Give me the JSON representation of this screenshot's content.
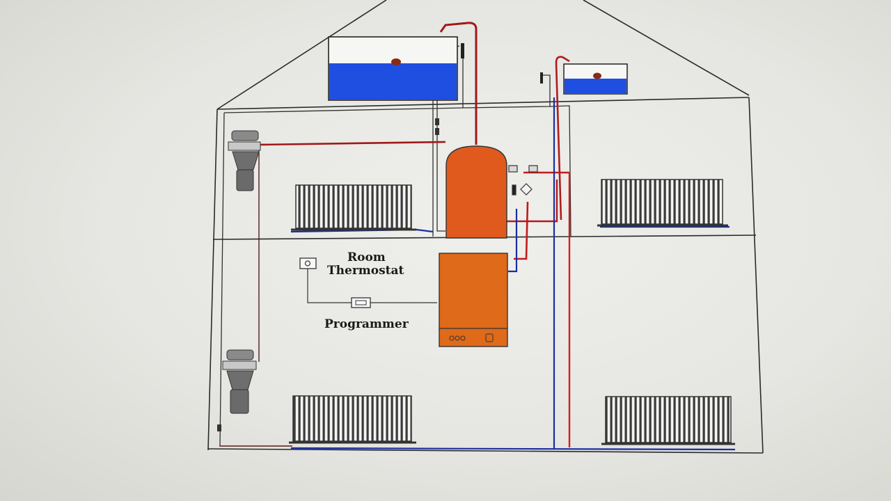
{
  "labels": {
    "room": "Room",
    "thermostat": "Thermostat",
    "programmer": "Programmer"
  },
  "colors": {
    "house_line": "#2a2a2a",
    "cold_water": "#1f4fe0",
    "hot_pipe": "#a01818",
    "flow_pipe": "#d02020",
    "return_pipe": "#1a2ea0",
    "cylinder": "#e05a1e",
    "boiler": "#de6a1a",
    "radiator": "#333333",
    "valve": "#6a6a6a"
  },
  "icons": {
    "radiator": "radiator-icon",
    "thermostatic_valve": "radiator-valve-icon",
    "room_thermostat": "thermostat-icon",
    "programmer": "programmer-icon"
  }
}
